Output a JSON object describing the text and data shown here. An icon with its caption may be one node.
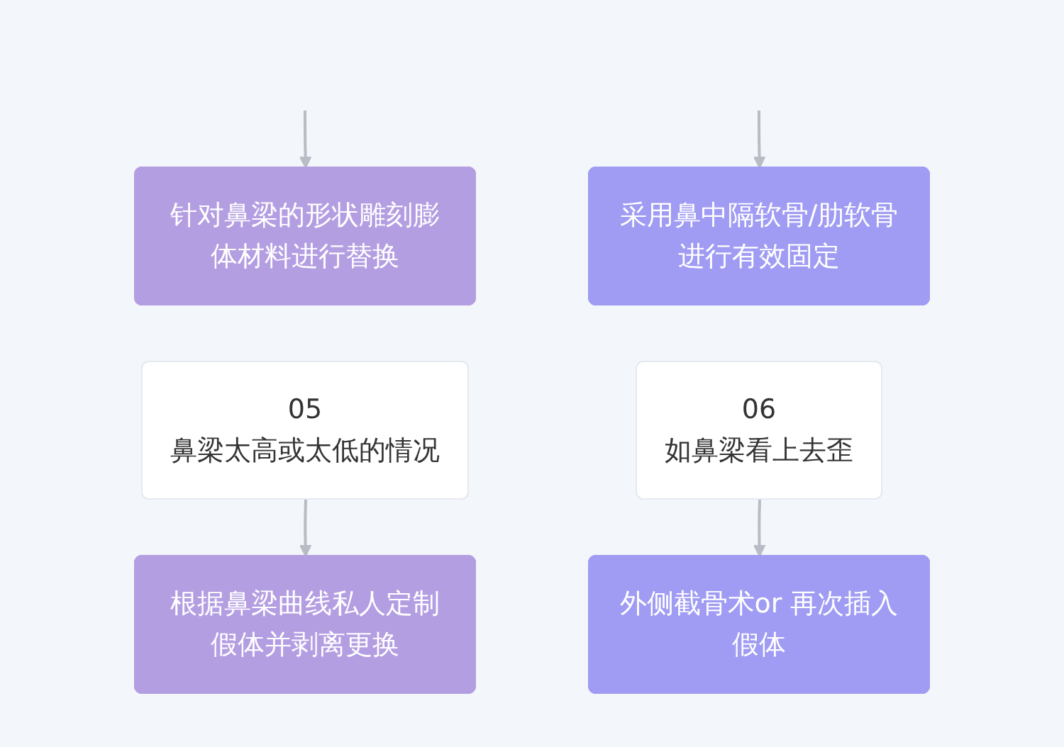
{
  "diagram": {
    "nodes": [
      {
        "text": [
          "针对鼻梁的形状雕刻膨体材料进行替换"
        ]
      },
      {
        "text": [
          "采用鼻中隔软骨/肋软骨进行有效固定"
        ]
      },
      {
        "text": [
          "05",
          "鼻梁太高或太低的情况"
        ]
      },
      {
        "text": [
          "06",
          "如鼻梁看上去歪"
        ]
      },
      {
        "text": [
          "根据鼻梁曲线私人定制假体并剥离更换"
        ]
      },
      {
        "text": [
          "外侧截骨术or 再次插入假体"
        ]
      }
    ],
    "edges": [
      {
        "from": null,
        "to": 0,
        "arrow": "to"
      },
      {
        "from": null,
        "to": 1,
        "arrow": "to"
      },
      {
        "from": 2,
        "to": 4,
        "arrow": "to"
      },
      {
        "from": 3,
        "to": 5,
        "arrow": "to"
      }
    ]
  }
}
